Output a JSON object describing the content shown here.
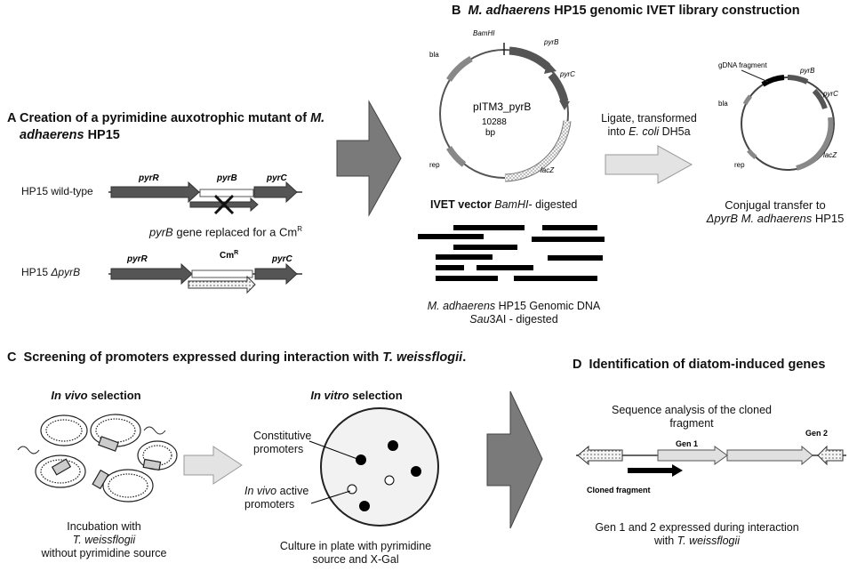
{
  "panels": {
    "a": {
      "letter": "A",
      "title_1": "Creation of a pyrimidine auxotrophic mutant of ",
      "title_species": "M.",
      "title_2_species": "adhaerens",
      "title_2_rest": " HP15"
    },
    "b": {
      "letter": "B",
      "title_species": "M. adhaerens",
      "title_rest": " HP15 genomic IVET library construction"
    },
    "c": {
      "letter": "C",
      "title_1": "Screening of promoters expressed during interaction with ",
      "title_species": "T. weissflogii",
      "title_end": "."
    },
    "d": {
      "letter": "D",
      "title": "Identification of diatom-induced genes"
    }
  },
  "panel_a": {
    "wild_type_label": "HP15 wild-type",
    "mutant_label_prefix": "HP15 ",
    "mutant_label_strain": "ΔpyrB",
    "gene_pyrR": "pyrR",
    "gene_pyrB": "pyrB",
    "gene_pyrC": "pyrC",
    "cm_label": "Cm",
    "cm_sup": "R",
    "replace_gene": "pyrB",
    "replace_text": " gene replaced for a Cm",
    "replace_sup": "R"
  },
  "panel_b": {
    "plasmid_name": "pITM3_pyrB",
    "plasmid_size": "10288",
    "plasmid_unit": "bp",
    "labels": {
      "bamhi": "BamHI",
      "pyrB": "pyrB",
      "pyrC": "pyrC",
      "bla": "bla",
      "rep": "rep",
      "lacZ": "lacZ",
      "gdna": "gDNA fragment"
    },
    "vector_bold": "IVET vector ",
    "vector_enzyme": "BamHI",
    "vector_rest": "- digested",
    "ligate_line1": "Ligate, transformed",
    "ligate_line2_a": "into ",
    "ligate_species": "E. coli",
    "ligate_line2_b": " DH5a",
    "genomic_species": "M. adhaerens",
    "genomic_rest": " HP15 Genomic DNA",
    "digest_enzyme": "Sau",
    "digest_num": "3AI",
    "digest_rest": " - digested",
    "conjugal_line1": "Conjugal transfer to",
    "conjugal_line2_a": "ΔpyrB M. adhaerens",
    "conjugal_line2_b": " HP15"
  },
  "panel_c": {
    "invivo_title": "In vivo",
    "invivo_rest": " selection",
    "invitro_title": "In vitro",
    "invitro_rest": " selection",
    "constitutive_1": "Constitutive",
    "constitutive_2": "promoters",
    "active_italic": "In vivo",
    "active_rest": " active",
    "active_2": "promoters",
    "incubation_1": "Incubation with",
    "incubation_species": "T. weissflogii",
    "incubation_3": "without pyrimidine source",
    "culture_1": "Culture in plate with pyrimidine",
    "culture_2": "source  and X-Gal"
  },
  "panel_d": {
    "seq_1": "Sequence analysis of the cloned",
    "seq_2": "fragment",
    "gen1": "Gen 1",
    "gen2": "Gen 2",
    "cloned": "Cloned fragment",
    "expressed_1": "Gen 1 and 2 expressed during interaction",
    "expressed_2a": "with ",
    "expressed_species": "T. weissflogii"
  },
  "colors": {
    "gene_dark": "#555555",
    "arrow_fill": "#7a7a7a",
    "light_arrow": "#e0e0e0",
    "bar": "#000000"
  }
}
